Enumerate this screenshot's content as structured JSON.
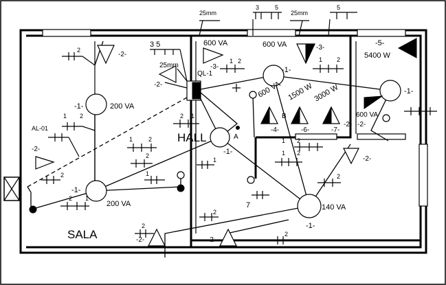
{
  "rooms": {
    "sala": "SALA",
    "hall": "HALL"
  },
  "board": {
    "label": "QL-1",
    "feeder_section": "25mm"
  },
  "conduits": {
    "c1": "25mm",
    "c2": "25mm"
  },
  "circuit_tags": [
    "3",
    "5",
    "5",
    "3  5"
  ],
  "lights": [
    {
      "circuit": "-1-",
      "power": "200 VA"
    },
    {
      "circuit": "-1-",
      "power": "200 VA"
    },
    {
      "circuit": "-1-",
      "power": ""
    },
    {
      "circuit": "-1-",
      "power": ""
    },
    {
      "circuit": "-1-",
      "power": "140 VA"
    },
    {
      "circuit": "-1-",
      "power": "600 VA"
    }
  ],
  "outlets": [
    {
      "circuit": "-2-"
    },
    {
      "circuit": "-2-"
    },
    {
      "circuit": "-2-"
    },
    {
      "circuit": "-2-"
    },
    {
      "circuit": "-2-"
    },
    {
      "circuit": "-2-"
    },
    {
      "circuit": "-3-",
      "power": "600 VA"
    },
    {
      "circuit": "-3-",
      "power": "600 VA"
    },
    {
      "circuit": "-4-",
      "power": "600 VA"
    },
    {
      "circuit": "-6-",
      "power": "1500 W"
    },
    {
      "circuit": "-7-",
      "power": "3000 W"
    },
    {
      "circuit": "-5-",
      "power": "5400 W"
    }
  ],
  "misc": {
    "al01": "AL-01",
    "point_a": "A",
    "point_b": "B",
    "seven": "7"
  },
  "conductor_counts": [
    "2",
    "1",
    "2"
  ]
}
